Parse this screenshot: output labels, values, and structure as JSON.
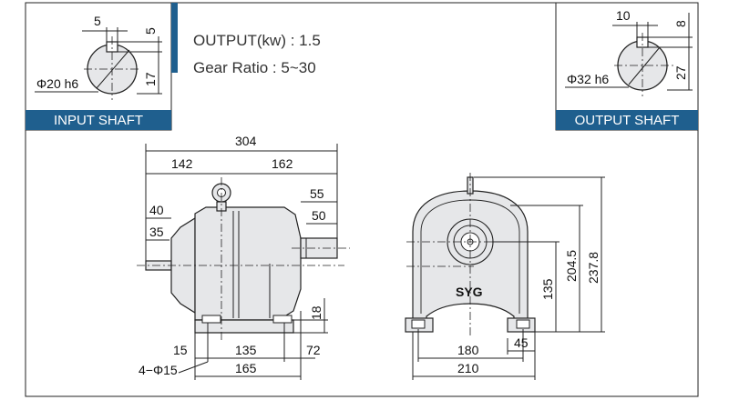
{
  "input_shaft": {
    "label": "INPUT SHAFT",
    "diameter": "Φ20 h6",
    "key_width": "5",
    "key_depth": "5",
    "shaft_height": "17"
  },
  "output_shaft": {
    "label": "OUTPUT SHAFT",
    "diameter": "Φ32 h6",
    "key_width": "10",
    "key_depth": "8",
    "shaft_height": "27"
  },
  "specs": {
    "output": "OUTPUT(kw) : 1.5",
    "gear_ratio": "Gear Ratio : 5~30"
  },
  "side_view": {
    "overall_length": "304",
    "left_length": "142",
    "right_length": "162",
    "output_shaft_55": "55",
    "output_shaft_50": "50",
    "input_shaft_40": "40",
    "input_shaft_35": "35",
    "base_height": "18",
    "foot_offset": "15",
    "foot_span": "135",
    "foot_right": "72",
    "holes": "4−Φ15",
    "base_length": "165"
  },
  "front_view": {
    "logo": "SYG",
    "shaft_height": "135",
    "top_height": "204.5",
    "overall_height": "237.8",
    "foot_span": "180",
    "foot_width": "45",
    "base_width": "210"
  },
  "colors": {
    "banner": "#1f5f8e",
    "body_fill": "#e6e7e9"
  }
}
